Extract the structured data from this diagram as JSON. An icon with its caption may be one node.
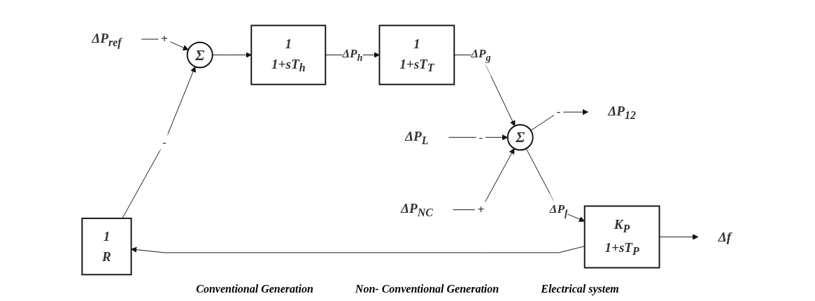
{
  "diagram": {
    "nodes": [
      {
        "text": [
          "1",
          "R"
        ]
      },
      {
        "text": [
          "ΔP$_{ref}$"
        ]
      },
      {
        "text": [
          "Σ"
        ]
      },
      {
        "text": [
          "1",
          "1+sT$_{h}$"
        ]
      },
      {
        "text": [
          "1",
          "1+sT$_{T}$"
        ]
      },
      {
        "text": [
          "ΔP$_{L}$"
        ]
      },
      {
        "text": [
          "Σ"
        ]
      },
      {
        "text": [
          "ΔP$_{12}$"
        ]
      },
      {
        "text": [
          "ΔP$_{NC}$"
        ]
      },
      {
        "text": [
          "K$_{P}$",
          "1+sT$_{P}$"
        ]
      },
      {
        "text": [
          "Δf"
        ]
      }
    ],
    "edges": [
      {
        "from": 1,
        "to": 2,
        "arrow": "to",
        "label": "+"
      },
      {
        "from": 0,
        "to": 2,
        "arrow": "to",
        "label": "-"
      },
      {
        "from": 2,
        "to": 3,
        "arrow": "to"
      },
      {
        "from": 3,
        "to": 4,
        "arrow": "to",
        "label": "ΔP$_{h}$"
      },
      {
        "from": 4,
        "to": 6,
        "arrow": "to",
        "label": "ΔP$_{g}$"
      },
      {
        "from": 5,
        "to": 6,
        "arrow": "to",
        "label": "-"
      },
      {
        "from": 6,
        "to": 7,
        "arrow": "to",
        "label": "-"
      },
      {
        "from": 8,
        "to": 6,
        "arrow": "to",
        "label": "+"
      },
      {
        "from": 6,
        "to": 9,
        "arrow": "to",
        "label": "ΔP$_{f}$"
      },
      {
        "from": 9,
        "to": 10,
        "arrow": "to"
      },
      {
        "from": 9,
        "to": 0,
        "arrow": "to"
      }
    ],
    "labels": [
      "Conventional Generation",
      "Non- Conventional Generation",
      "Electrical system"
    ]
  }
}
